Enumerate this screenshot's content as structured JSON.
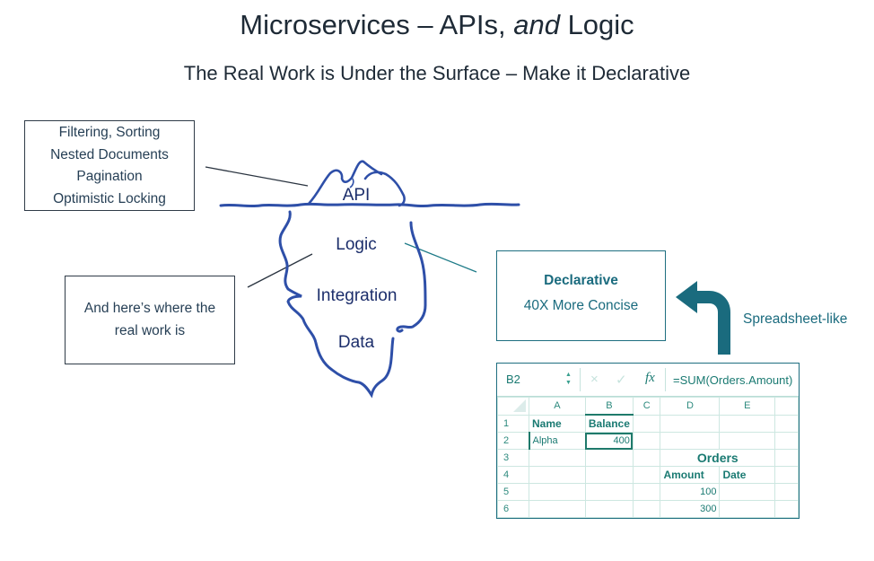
{
  "title": {
    "part1": "Microservices – APIs, ",
    "italic": "and",
    "part2": " Logic"
  },
  "subtitle": "The Real Work is Under the Surface – Make it Declarative",
  "features_box": {
    "lines": [
      "Filtering, Sorting",
      "Nested Documents",
      "Pagination",
      "Optimistic Locking"
    ]
  },
  "realwork_box": {
    "lines": [
      "And here’s where the",
      "real work is"
    ]
  },
  "iceberg": {
    "labels": [
      "API",
      "Logic",
      "Integration",
      "Data"
    ],
    "color": "#2e4fa8"
  },
  "declarative_box": {
    "heading": "Declarative",
    "text": "40X More Concise",
    "color": "#1a6b7e"
  },
  "arrow": {
    "label": "Spreadsheet-like",
    "icon": "curved-arrow-left-icon",
    "color": "#1a6b7e"
  },
  "spreadsheet": {
    "cell_ref": "B2",
    "formula": "=SUM(Orders.Amount)",
    "fx_label": "fx",
    "cancel_icon": "×",
    "enter_icon": "✓",
    "columns": [
      "A",
      "B",
      "C",
      "D",
      "E"
    ],
    "rows": [
      {
        "n": "1",
        "cells": [
          "Name",
          "Balance",
          "",
          "",
          ""
        ]
      },
      {
        "n": "2",
        "cells": [
          "Alpha",
          "400",
          "",
          "",
          ""
        ]
      },
      {
        "n": "3",
        "cells": [
          "",
          "",
          "",
          "Orders",
          ""
        ]
      },
      {
        "n": "4",
        "cells": [
          "",
          "",
          "",
          "Amount",
          "Date"
        ]
      },
      {
        "n": "5",
        "cells": [
          "",
          "",
          "",
          "100",
          ""
        ]
      },
      {
        "n": "6",
        "cells": [
          "",
          "",
          "",
          "300",
          ""
        ]
      }
    ],
    "accent_color": "#1f7a6b"
  }
}
